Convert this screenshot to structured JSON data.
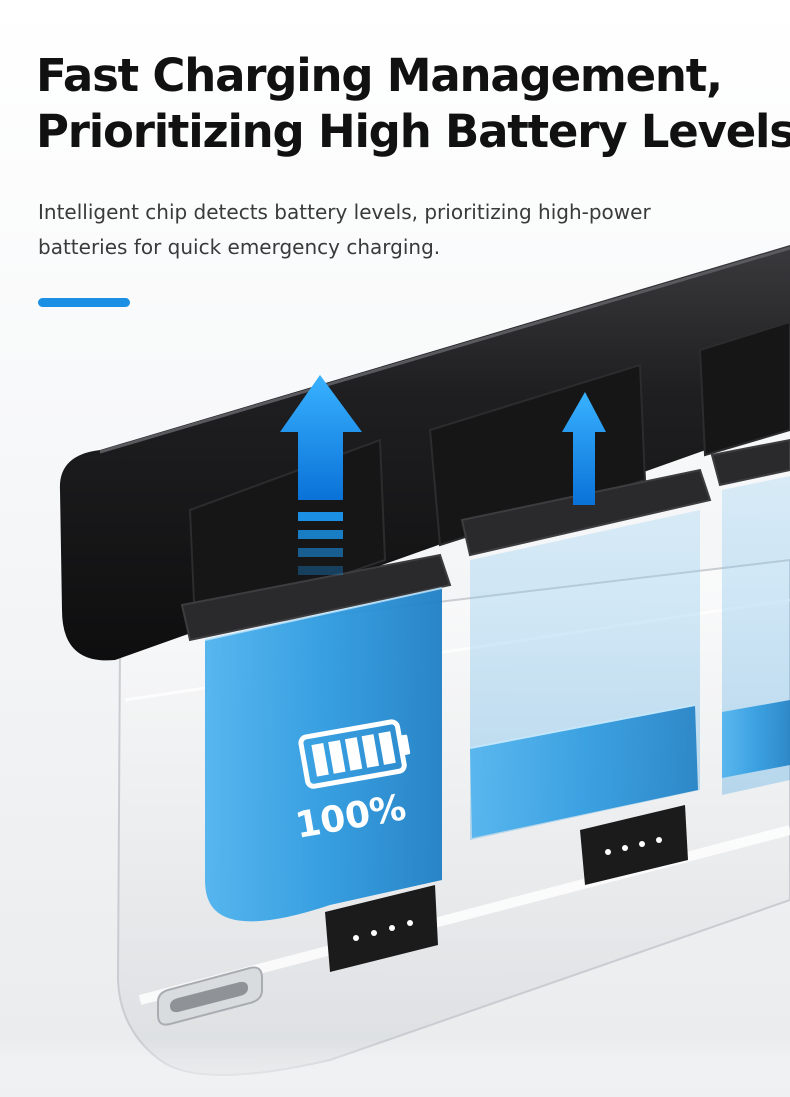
{
  "headline": {
    "line1": "Fast Charging Management,",
    "line2": "Prioritizing High Battery Levels"
  },
  "description": {
    "line1": "Intelligent chip detects battery levels, prioritizing high-power",
    "line2": "batteries for quick emergency charging."
  },
  "battery_level": {
    "label": "100%",
    "value": 100
  },
  "colors": {
    "accent": "#1a8fe3",
    "battery_blue": "#2e9be0",
    "charger_body": "#1c1c1e",
    "heading_text": "#111111",
    "body_text": "#3a3a3a"
  },
  "icons": {
    "primary_arrow": "up-arrow-icon",
    "secondary_arrow": "up-arrow-icon",
    "battery": "full-battery-icon"
  }
}
